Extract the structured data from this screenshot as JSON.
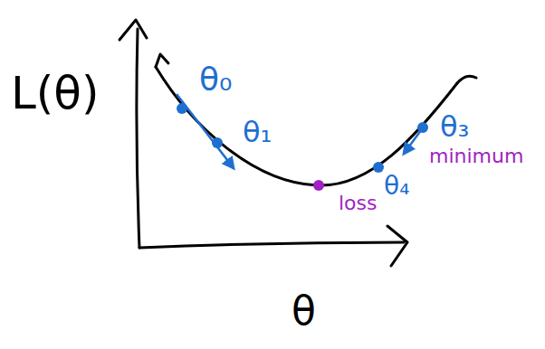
{
  "diagram": {
    "labels": [
      "L(θ)",
      "θ",
      "θ₀",
      "θ₁",
      "θ₃",
      "θ₄",
      "loss",
      "minimum"
    ]
  }
}
